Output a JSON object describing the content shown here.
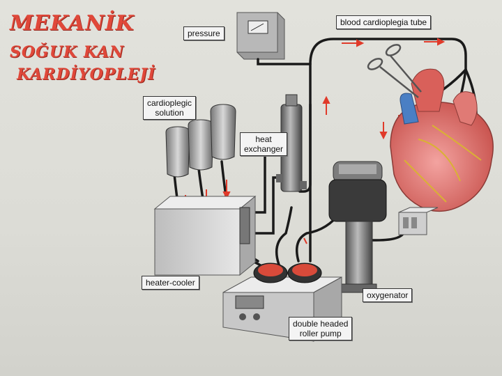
{
  "title": {
    "line1": "MEKANİK",
    "line2": "SOĞUK KAN",
    "line3": "KARDİYOPLEJİ"
  },
  "labels": {
    "pressure": "pressure",
    "blood_tube": "blood cardioplegia tube",
    "cardioplegic_solution": "cardioplegic\nsolution",
    "heat_exchanger": "heat\nexchanger",
    "heater_cooler": "heater-cooler",
    "oxygenator": "oxygenator",
    "roller_pump": "double headed\nroller pump"
  },
  "colors": {
    "title": "#e0483a",
    "flow_arrow": "#e03a2a",
    "heart": "#e88080",
    "tubing": "#1a1a1a"
  }
}
